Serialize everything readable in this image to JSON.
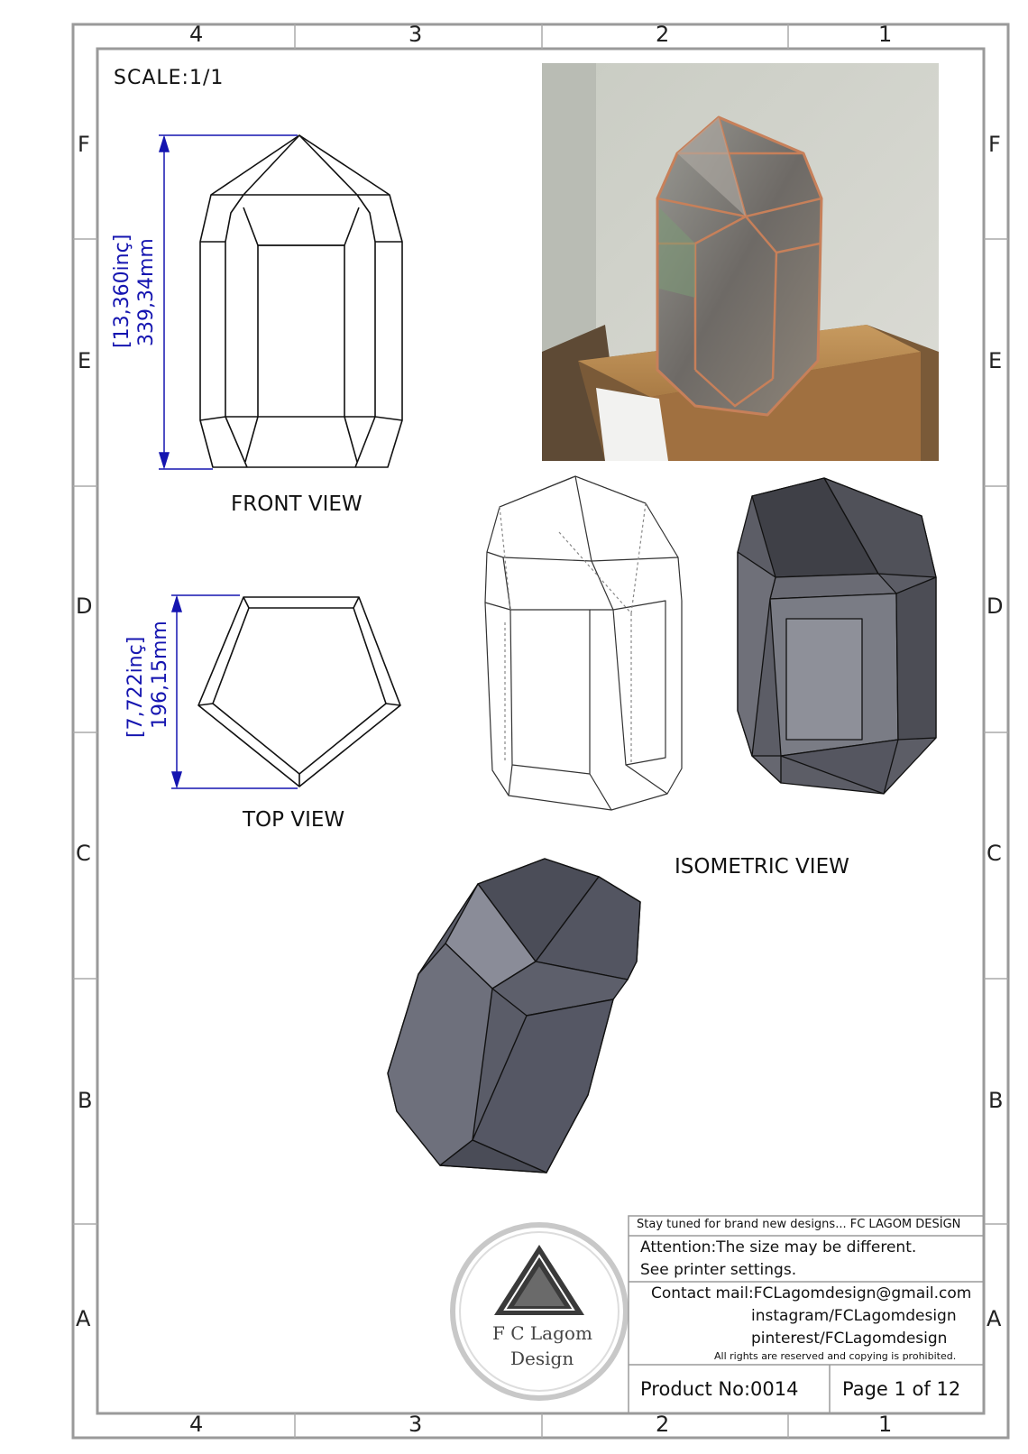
{
  "sheet": {
    "scale": "SCALE:1/1",
    "col_labels": [
      "4",
      "3",
      "2",
      "1"
    ],
    "row_labels": [
      "F",
      "E",
      "D",
      "C",
      "B",
      "A"
    ]
  },
  "views": {
    "front": "FRONT VIEW",
    "top": "TOP VIEW",
    "isometric": "ISOMETRIC VIEW"
  },
  "dimensions": {
    "front_height_inch": "[13,360inç]",
    "front_height_mm": "339,34mm",
    "top_width_inch": "[7,722inç]",
    "top_width_mm": "196,15mm"
  },
  "title_block": {
    "stay_tuned": "Stay tuned for brand new designs... FC LAGOM DESİGN",
    "attention": "Attention:The size may be different.",
    "printer": "See printer settings.",
    "contact": "Contact mail:FCLagomdesign@gmail.com",
    "instagram": "instagram/FCLagomdesign",
    "pinterest": "pinterest/FCLagomdesign",
    "rights": "All rights are reserved and copying is prohibited.",
    "product_no": "Product No:0014",
    "page": "Page 1 of 12"
  },
  "logo": {
    "line1": "F C Lagom",
    "line2": "Design"
  },
  "colors": {
    "frame": "#999999",
    "dimension": "#1515b0",
    "solid_dark": "#5c5d66",
    "solid_light": "#8e9099",
    "copper": "#c7805a"
  }
}
